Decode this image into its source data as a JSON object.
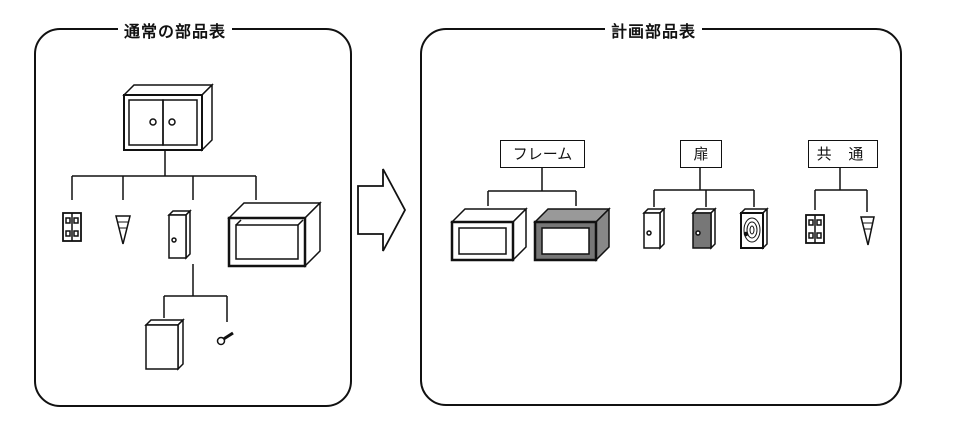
{
  "left_panel": {
    "title": "通常の部品表"
  },
  "right_panel": {
    "title": "計画部品表",
    "groups": [
      {
        "label": "フレーム"
      },
      {
        "label": "扉"
      },
      {
        "label": "共 通"
      }
    ]
  },
  "colors": {
    "line": "#111111",
    "shade_dark": "#777777",
    "shade_mid": "#999999"
  },
  "icons": [
    "cabinet-icon",
    "hinge-icon",
    "screw-icon",
    "door-icon",
    "frame-icon",
    "panel-icon",
    "knob-icon",
    "arrow-icon"
  ]
}
